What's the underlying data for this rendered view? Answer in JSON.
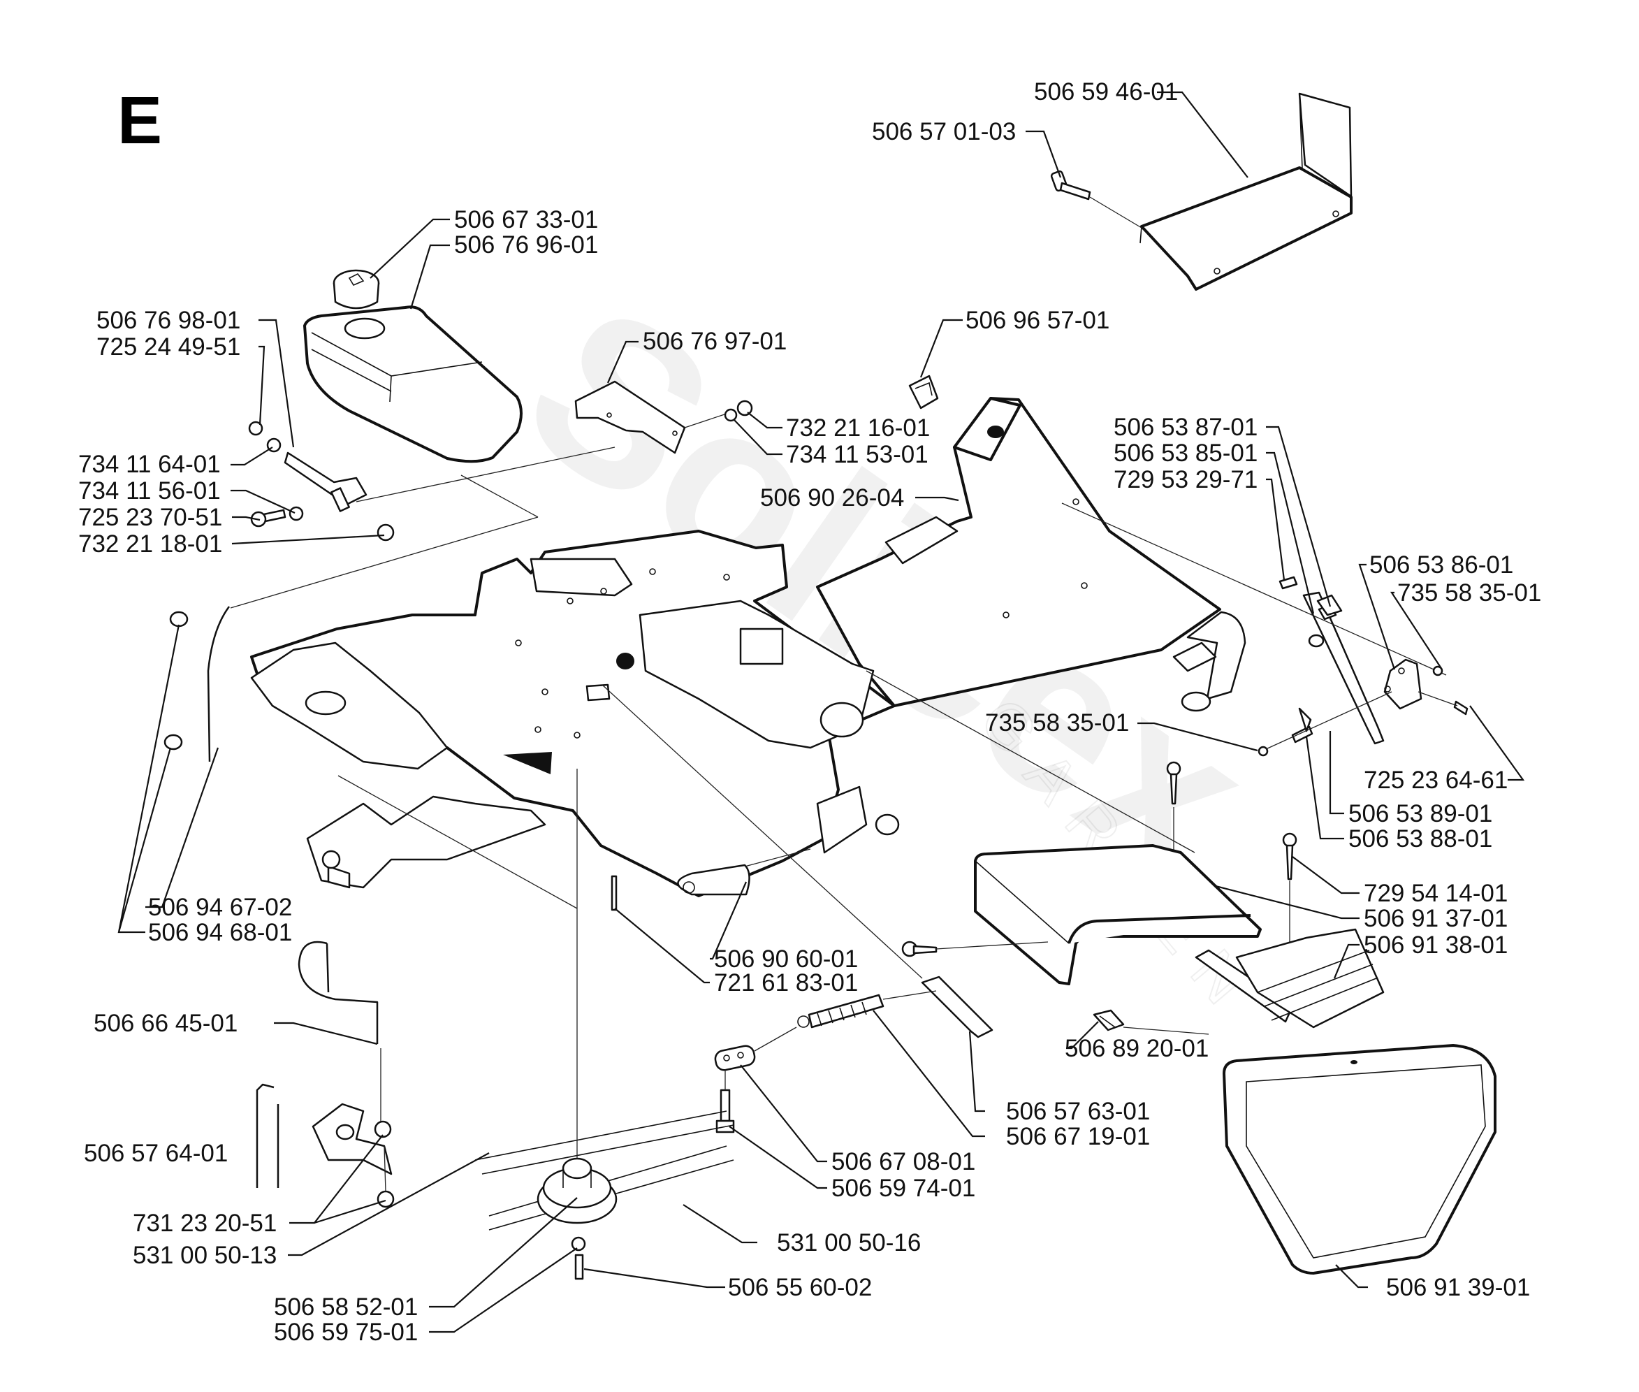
{
  "diagram": {
    "section_letter": "E",
    "watermark": {
      "brand": "Solicex",
      "sub": "GARDEN"
    },
    "labels": {
      "l_506594601": "506 59 46-01",
      "l_506570103": "506 57 01-03",
      "l_506673301": "506 67 33-01",
      "l_506769601": "506 76 96-01",
      "l_506769801": "506 76 98-01",
      "l_725244951": "725 24 49-51",
      "l_506769701": "506 76 97-01",
      "l_506965701": "506 96 57-01",
      "l_732211601": "732 21 16-01",
      "l_734115301": "734 11 53-01",
      "l_734116401": "734 11 64-01",
      "l_734115601": "734 11 56-01",
      "l_725237051": "725 23 70-51",
      "l_732211801": "732 21 18-01",
      "l_506902604": "506 90 26-04",
      "l_506538701": "506 53 87-01",
      "l_506538501": "506 53 85-01",
      "l_729532971": "729 53 29-71",
      "l_506538601": "506 53 86-01",
      "l_735583501a": "735 58 35-01",
      "l_735583501b": "735 58 35-01",
      "l_725236461": "725 23 64-61",
      "l_506538901": "506 53 89-01",
      "l_506538801": "506 53 88-01",
      "l_729541401": "729 54 14-01",
      "l_506913701": "506 91 37-01",
      "l_506913801": "506 91 38-01",
      "l_506946702": "506 94 67-02",
      "l_506946801": "506 94 68-01",
      "l_506906001": "506 90 60-01",
      "l_721618301": "721 61 83-01",
      "l_506664501": "506 66 45-01",
      "l_506892001": "506 89 20-01",
      "l_506576301": "506 57 63-01",
      "l_506671901": "506 67 19-01",
      "l_506576401": "506 57 64-01",
      "l_506670801": "506 67 08-01",
      "l_506597401": "506 59 74-01",
      "l_731232051": "731 23 20-51",
      "l_531005013": "531 00 50-13",
      "l_531005016": "531 00 50-16",
      "l_506556002": "506 55 60-02",
      "l_506585201": "506 58 52-01",
      "l_506597501": "506 59 75-01",
      "l_506913901": "506 91 39-01"
    }
  }
}
